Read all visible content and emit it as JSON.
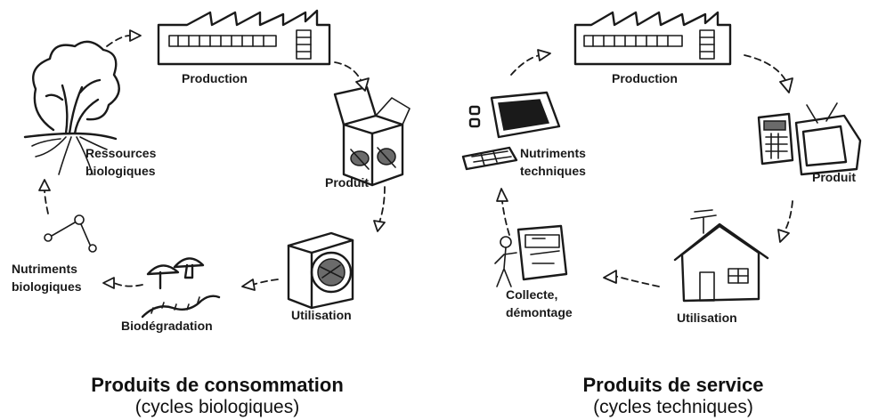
{
  "left_cycle": {
    "labels": {
      "production": "Production",
      "produit": "Produit",
      "utilisation": "Utilisation",
      "biodegradation": "Biodégradation",
      "nutriments_1": "Nutriments",
      "nutriments_2": "biologiques",
      "ressources_1": "Ressources",
      "ressources_2": "biologiques"
    },
    "caption_title": "Produits de consommation",
    "caption_sub": "(cycles biologiques)"
  },
  "right_cycle": {
    "labels": {
      "production": "Production",
      "produit": "Produit",
      "utilisation": "Utilisation",
      "collecte_1": "Collecte,",
      "collecte_2": "démontage",
      "nutriments_1": "Nutriments",
      "nutriments_2": "techniques"
    },
    "caption_title": "Produits de service",
    "caption_sub": "(cycles techniques)"
  },
  "icons": [
    "factory-icon",
    "box-icon",
    "washing-machine-icon",
    "mushroom-icon",
    "worm-icon",
    "molecule-icon",
    "tree-icon",
    "television-icon",
    "calculator-icon",
    "house-icon",
    "person-icon",
    "cabinet-icon",
    "keyboard-icon"
  ]
}
